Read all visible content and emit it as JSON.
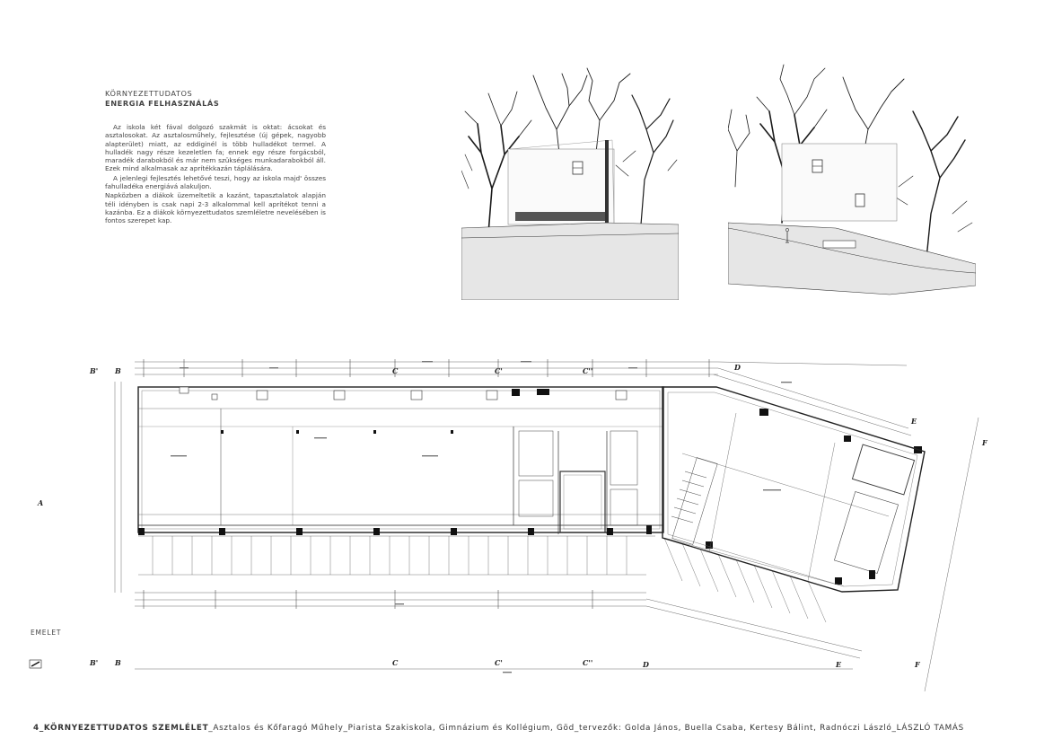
{
  "text": {
    "heading_line1": "KÖRNYEZETTUDATOS",
    "heading_line2": "ENERGIA FELHASZNÁLÁS",
    "paragraphs": [
      "Az iskola két fával dolgozó szakmát is oktat: ácsokat és asztalosokat. Az asztalosműhely, fejlesztése (új gépek, nagyobb alapterület) miatt, az eddiginél is több hulladékot termel. A hulladék nagy része kezeletlen fa; ennek egy része forgácsból, maradék darabokból és már nem szükséges munkadarabokból áll. Ezek mind alkalmasak az aprítékkazán táplálására.",
      "A jelenlegi fejlesztés lehetővé teszi, hogy az iskola majd' összes fahulladéka energiává alakuljon.",
      "Napközben a diákok üzemeltetik a kazánt, tapasztalatok alapján téli idényben is csak napi 2-3 alkalommal kell aprítékot tenni a kazánba. Ez a diákok környezettudatos szemléletre nevelésében is fontos szerepet kap."
    ]
  },
  "plan": {
    "floor_label": "EMELET",
    "grid_labels_top": [
      "B'",
      "B",
      "C",
      "C'",
      "C''",
      "D",
      "E",
      "F"
    ],
    "grid_labels_bottom": [
      "B'",
      "B",
      "C",
      "C'",
      "C''",
      "D",
      "E",
      "F"
    ],
    "grid_label_left": "A"
  },
  "footer": {
    "bold": "4_KÖRNYEZETTUDATOS SZEMLÉLET",
    "rest": "_Asztalos és Kőfaragó Műhely_Piarista Szakiskola, Gimnázium és Kollégium, Göd_tervezők: Golda János, Buella Csaba, Kertesy Bálint, Radnóczi László_LÁSZLÓ TAMÁS"
  },
  "colors": {
    "background": "#ffffff",
    "ground": "#e6e6e6",
    "line": "#333333"
  }
}
